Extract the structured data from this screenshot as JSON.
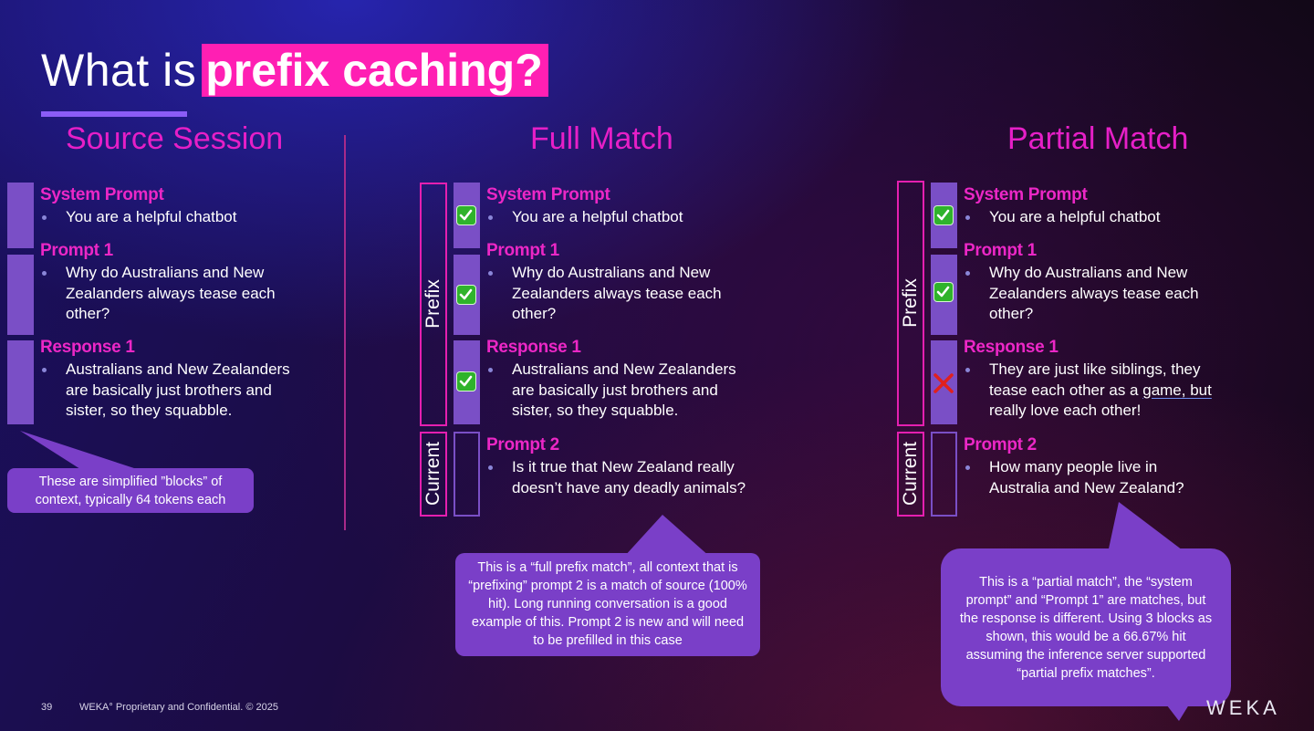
{
  "title": {
    "prefix": "What is",
    "highlight": "prefix caching?"
  },
  "columns": {
    "source": {
      "heading": "Source Session",
      "sections": [
        {
          "title": "System Prompt",
          "text": "You are a helpful chatbot"
        },
        {
          "title": "Prompt 1",
          "text": "Why do Australians and New Zealanders always tease each other?"
        },
        {
          "title": "Response 1",
          "text": "Australians and New Zealanders are basically just brothers and sister, so they squabble."
        }
      ],
      "callout": "These are simplified ”blocks” of context, typically 64 tokens each"
    },
    "full": {
      "heading": "Full Match",
      "prefix_label": "Prefix",
      "current_label": "Current",
      "sections": [
        {
          "title": "System Prompt",
          "text": "You are a helpful chatbot",
          "status": "match"
        },
        {
          "title": "Prompt 1",
          "text": "Why do Australians and New Zealanders always tease each other?",
          "status": "match"
        },
        {
          "title": "Response 1",
          "text": "Australians and New Zealanders are basically just brothers and sister, so they squabble.",
          "status": "match"
        },
        {
          "title": "Prompt 2",
          "text": "Is it true that New Zealand really doesn’t have any deadly animals?",
          "status": "new"
        }
      ],
      "callout": "This is a “full prefix match”, all context that is “prefixing” prompt 2 is a match of source (100% hit). Long running conversation is a good example of this. Prompt 2 is new and will need to be prefilled in this case"
    },
    "partial": {
      "heading": "Partial Match",
      "prefix_label": "Prefix",
      "current_label": "Current",
      "sections": [
        {
          "title": "System Prompt",
          "text": "You are a helpful chatbot",
          "status": "match"
        },
        {
          "title": "Prompt 1",
          "text": "Why do Australians and New Zealanders always tease each other?",
          "status": "match"
        },
        {
          "title": "Response 1",
          "text_before": "They are just like siblings, they tease each other as a ",
          "text_underlined": "game, but",
          "text_after": " really love each other!",
          "status": "mismatch"
        },
        {
          "title": "Prompt 2",
          "text": "How many people live in Australia and New Zealand?",
          "status": "new"
        }
      ],
      "callout": "This is a “partial match”, the “system prompt” and “Prompt 1” are matches, but the response is different. Using 3 blocks as shown, this would be a 66.67% hit assuming the inference server supported “partial prefix matches”."
    }
  },
  "footer": {
    "page_number": "39",
    "notice": "WEKA° Proprietary and Confidential. © 2025",
    "logo": "WEKA"
  },
  "colors": {
    "accent_pink": "#e61fc7",
    "block_purple": "#7a4fc6",
    "callout_purple": "#7a3fc8",
    "check_green": "#2fb32b",
    "cross_red": "#e0201e"
  }
}
